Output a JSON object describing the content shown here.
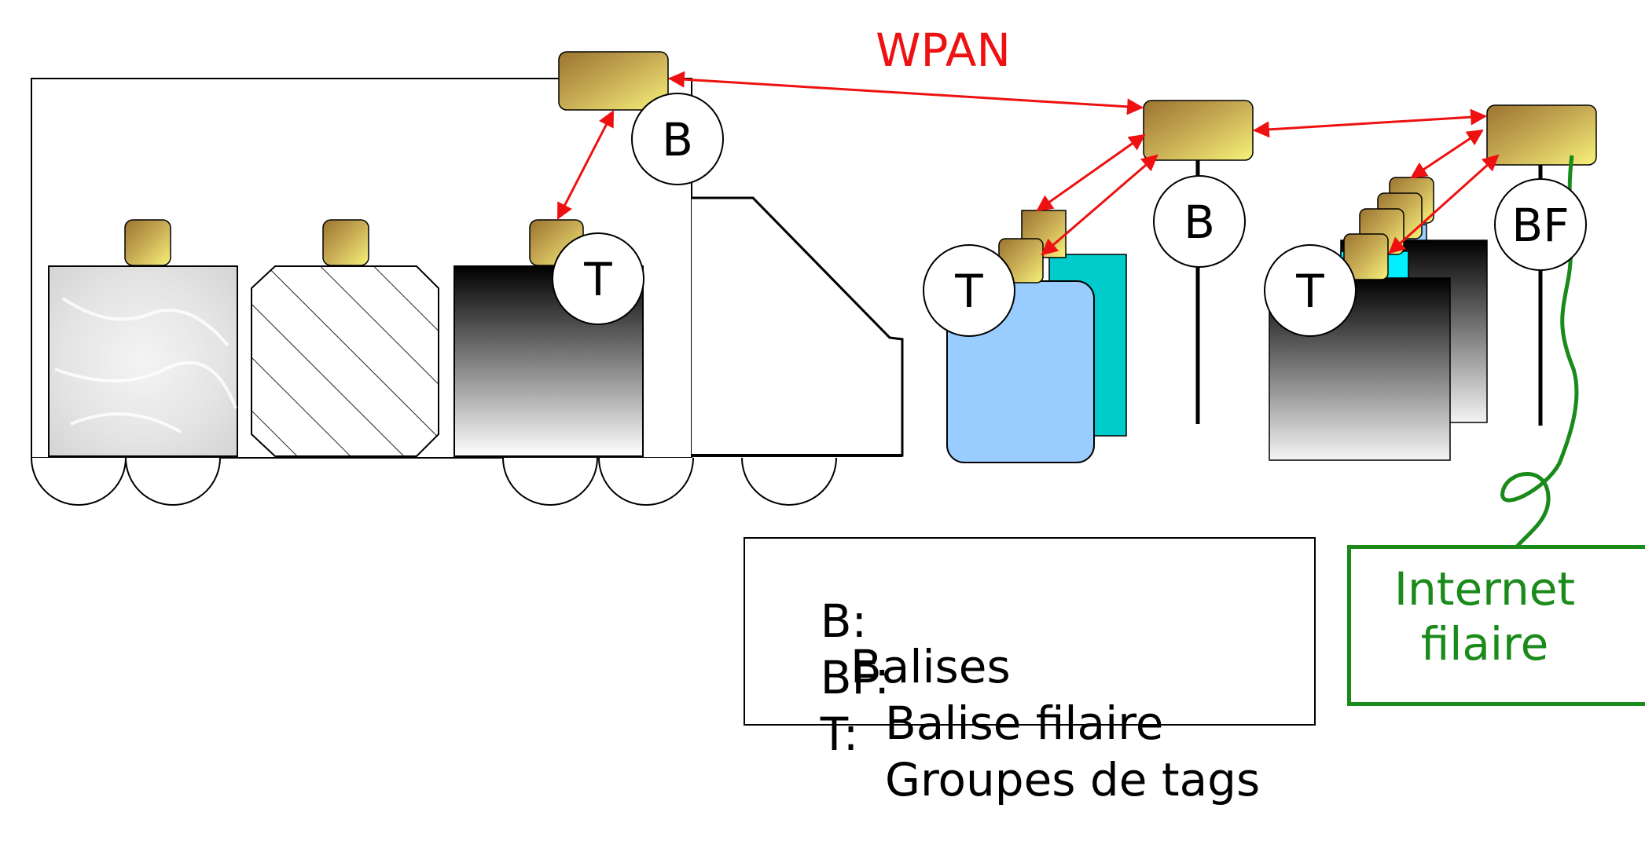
{
  "title": "WPAN",
  "labels": {
    "beacon": "B",
    "wired_beacon": "BF",
    "tags": "T"
  },
  "legend": [
    {
      "key": "B:",
      "text": "Balises"
    },
    {
      "key": "BF:",
      "text": "Balise filaire"
    },
    {
      "key": "T:",
      "text": "Groupes de tags"
    }
  ],
  "internet": {
    "line1": "Internet",
    "line2": "filaire"
  },
  "colors": {
    "wireless_link": "#ee1111",
    "wired_link": "#1a8a1a",
    "device_gold": "#b8963a",
    "device_light": "#f0ec6a",
    "cyan": "#00cccc",
    "light_blue": "#99ccff"
  }
}
